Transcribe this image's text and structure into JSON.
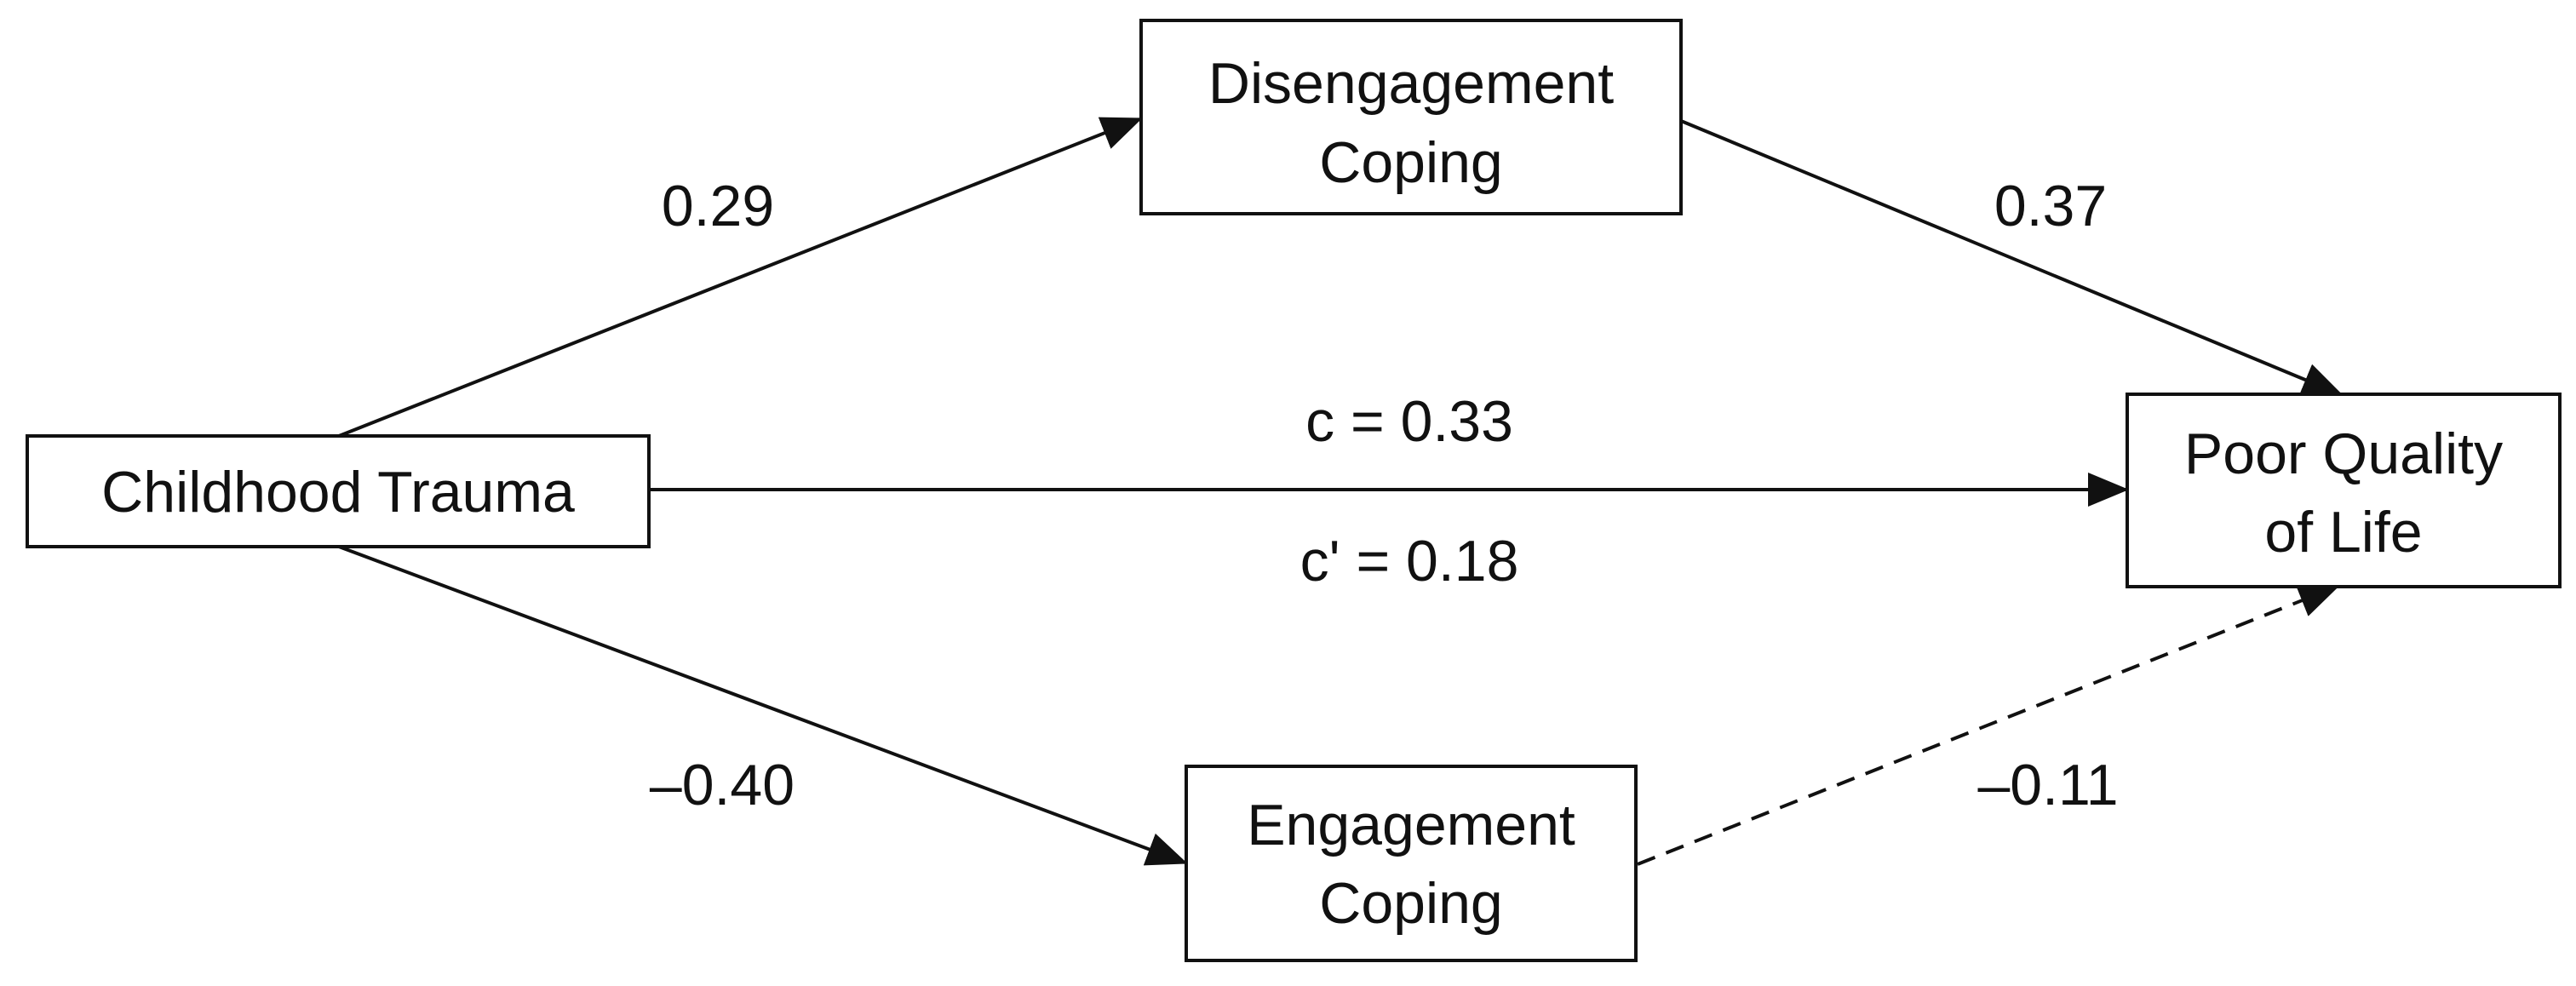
{
  "diagram": {
    "nodes": {
      "childhood_trauma": {
        "lines": [
          "Childhood Trauma"
        ]
      },
      "disengagement_coping": {
        "lines": [
          "Disengagement",
          "Coping"
        ]
      },
      "engagement_coping": {
        "lines": [
          "Engagement",
          "Coping"
        ]
      },
      "poor_quality_of_life": {
        "lines": [
          "Poor Quality",
          "of Life"
        ]
      }
    },
    "edges": [
      {
        "from": "childhood_trauma",
        "to": "disengagement_coping",
        "label": "0.29",
        "style": "solid"
      },
      {
        "from": "disengagement_coping",
        "to": "poor_quality_of_life",
        "label": "0.37",
        "style": "solid"
      },
      {
        "from": "childhood_trauma",
        "to": "poor_quality_of_life",
        "label": "c = 0.33",
        "label2": "c' = 0.18",
        "style": "solid"
      },
      {
        "from": "childhood_trauma",
        "to": "engagement_coping",
        "label": "–0.40",
        "style": "solid"
      },
      {
        "from": "engagement_coping",
        "to": "poor_quality_of_life",
        "label": "–0.11",
        "style": "dashed"
      }
    ]
  }
}
